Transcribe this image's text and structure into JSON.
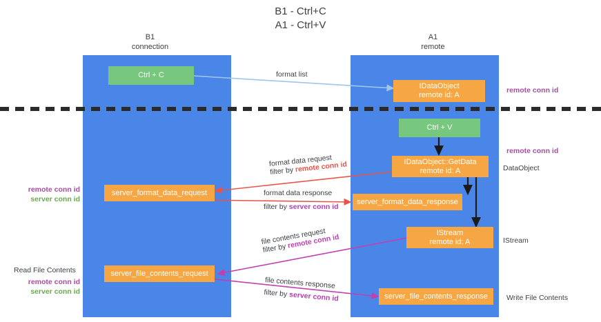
{
  "diagram": {
    "title": "B1 - Ctrl+C\nA1 - Ctrl+V",
    "type": "sequence-swimlane",
    "colors": {
      "lane": "#4a86e8",
      "box_orange": "#f6a642",
      "box_green": "#77c77f",
      "arrow_format_list": "#9fc5e8",
      "arrow_format_data": "#e8544a",
      "arrow_file_contents": "#c23fb0",
      "arrow_internal": "#1b1b1b",
      "divider": "#2b2b2b",
      "remote_conn_id": "#a64d9e",
      "server_conn_id": "#6aa84f"
    }
  },
  "lanes": [
    {
      "id": "b1",
      "title": "B1\nconnection"
    },
    {
      "id": "a1",
      "title": "A1\nremote"
    }
  ],
  "nodes": [
    {
      "id": "ctrl-c",
      "label": "Ctrl + C",
      "kind": "green"
    },
    {
      "id": "idataobject",
      "label": "IDataObject",
      "sub": "remote id: A",
      "kind": "orange"
    },
    {
      "id": "ctrl-v",
      "label": "Ctrl + V",
      "kind": "green"
    },
    {
      "id": "idataobject-getdata",
      "label": "IDataObject::GetData",
      "sub": "remote id: A",
      "kind": "orange"
    },
    {
      "id": "server-format-data-request",
      "label": "server_format_data_request",
      "kind": "orange"
    },
    {
      "id": "server-format-data-response",
      "label": "server_format_data_response",
      "kind": "orange"
    },
    {
      "id": "istream",
      "label": "IStream",
      "sub": "remote id: A",
      "kind": "orange"
    },
    {
      "id": "server-file-contents-request",
      "label": "server_file_contents_request",
      "kind": "orange"
    },
    {
      "id": "server-file-contents-response",
      "label": "server_file_contents_response",
      "kind": "orange"
    }
  ],
  "edge_labels": [
    {
      "id": "format-list",
      "text": "format list"
    },
    {
      "id": "format-data-request",
      "text": "format data request",
      "filter_prefix": "filter by ",
      "filter_key": "remote conn id"
    },
    {
      "id": "format-data-response",
      "text": "format data response",
      "filter_prefix": "filter by ",
      "filter_key": "server conn id"
    },
    {
      "id": "file-contents-request",
      "text": "file contents request",
      "filter_prefix": "filter by ",
      "filter_key": "remote conn id"
    },
    {
      "id": "file-contents-response",
      "text": "file contents response",
      "filter_prefix": "filter by ",
      "filter_key": "server conn id"
    }
  ],
  "side_labels": {
    "left": [
      {
        "id": "left-format",
        "lines": [
          "remote conn id",
          "server conn id"
        ]
      },
      {
        "id": "read-file-contents",
        "lines": [
          "Read File Contents"
        ]
      },
      {
        "id": "left-file",
        "lines": [
          "remote conn id",
          "server conn id"
        ]
      }
    ],
    "right": [
      {
        "id": "right-top-remote",
        "text": "remote conn id"
      },
      {
        "id": "right-mid-remote",
        "text": "remote conn id"
      },
      {
        "id": "dataobject",
        "text": "DataObject"
      },
      {
        "id": "istream-label",
        "text": "IStream"
      },
      {
        "id": "write-file-contents",
        "text": "Write File Contents"
      }
    ]
  }
}
